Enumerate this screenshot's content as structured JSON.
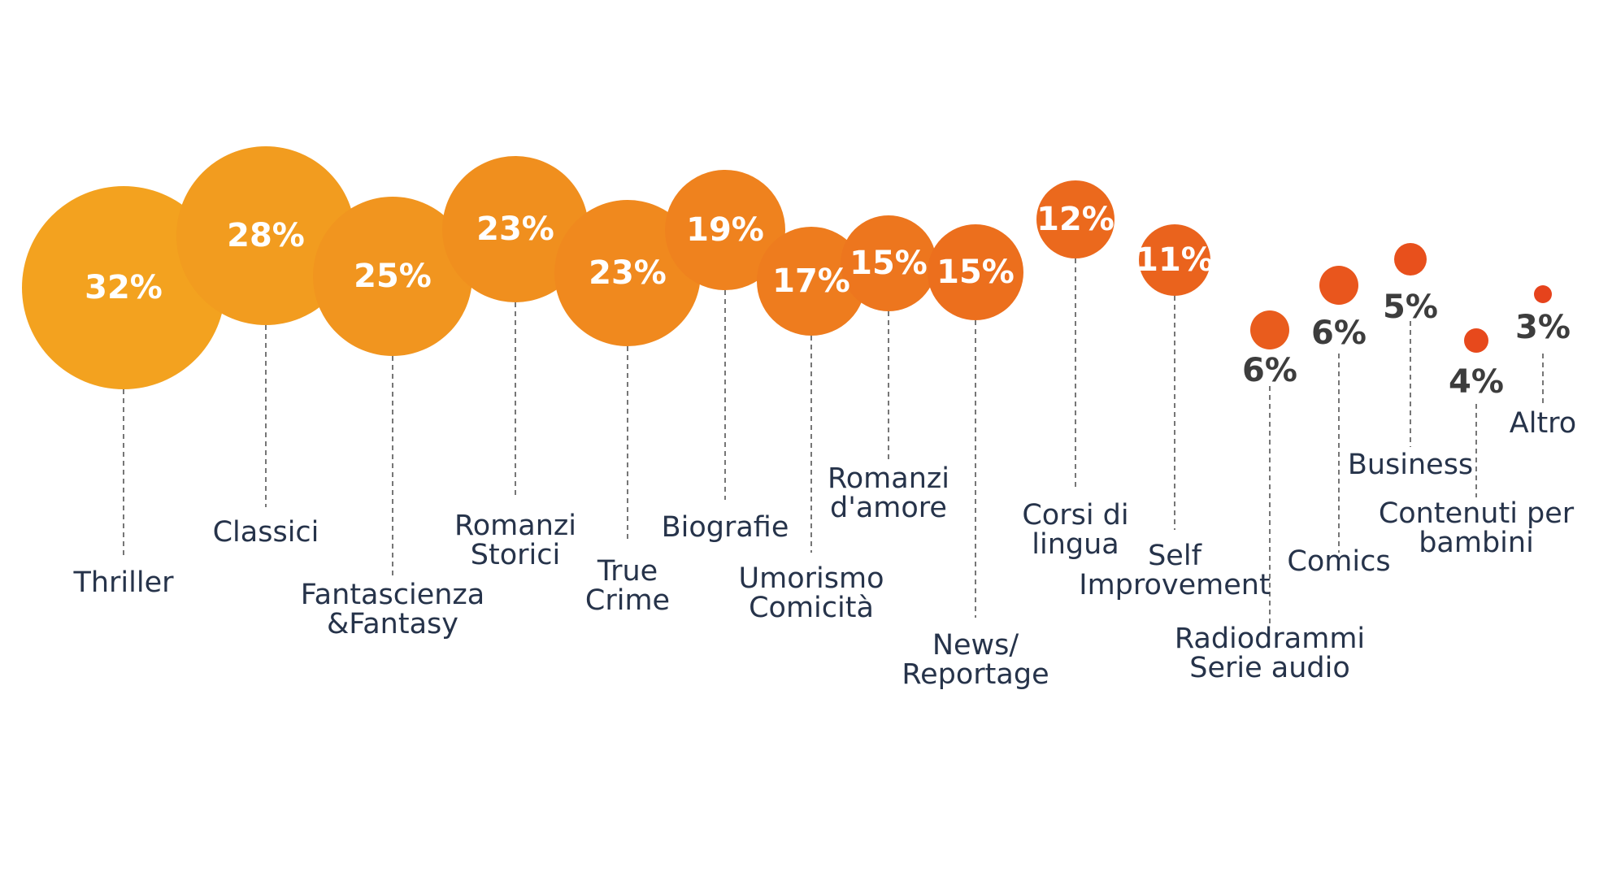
{
  "chart_data": {
    "type": "bubble",
    "unit": "%",
    "series": [
      {
        "values": [
          32,
          28,
          25,
          23,
          23,
          19,
          17,
          15,
          15,
          12,
          11,
          6,
          6,
          5,
          4,
          3
        ],
        "display_values": [
          "32%",
          "28%",
          "25%",
          "23%",
          "23%",
          "19%",
          "17%",
          "15%",
          "15%",
          "12%",
          "11%",
          "6%",
          "6%",
          "5%",
          "4%",
          "3%"
        ]
      }
    ],
    "categories": [
      [
        "Thriller"
      ],
      [
        "Classici"
      ],
      [
        "Fantascienza",
        "&Fantasy"
      ],
      [
        "Romanzi",
        "Storici"
      ],
      [
        "True",
        "Crime"
      ],
      [
        "Biografie"
      ],
      [
        "Umorismo",
        "Comicità"
      ],
      [
        "Romanzi",
        "d'amore"
      ],
      [
        "News/",
        "Reportage"
      ],
      [
        "Corsi di",
        "lingua"
      ],
      [
        "Self",
        "Improvement"
      ],
      [
        "Radiodrammi",
        "Serie audio"
      ],
      [
        "Comics"
      ],
      [
        "Business"
      ],
      [
        "Contenuti per",
        "bambini"
      ],
      [
        "Altro"
      ]
    ],
    "colors": {
      "start": "#f3a21f",
      "end": "#e6431c",
      "label": "#26334a",
      "small_value": "#3d3d3d"
    }
  }
}
